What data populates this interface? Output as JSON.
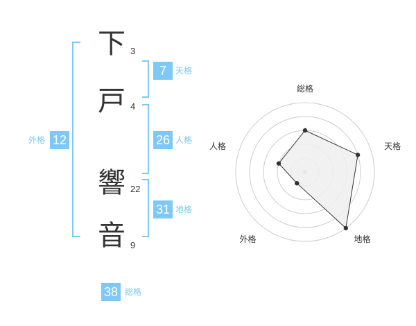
{
  "name": {
    "chars": [
      {
        "char": "下",
        "strokes": "3"
      },
      {
        "char": "戸",
        "strokes": "4"
      },
      {
        "char": "響",
        "strokes": "22"
      },
      {
        "char": "音",
        "strokes": "9"
      }
    ]
  },
  "fortunes": {
    "tenkaku": {
      "label": "天格",
      "value": "7"
    },
    "jinkaku": {
      "label": "人格",
      "value": "26"
    },
    "chikaku": {
      "label": "地格",
      "value": "31"
    },
    "gaikaku": {
      "label": "外格",
      "value": "12"
    },
    "soukaku": {
      "label": "総格",
      "value": "38"
    }
  },
  "colors": {
    "accent": "#7ec8f5",
    "text": "#333333",
    "grid": "#cccccc",
    "fill": "#eeeeee"
  },
  "chart_data": {
    "type": "radar",
    "axes": [
      "総格",
      "天格",
      "地格",
      "外格",
      "人格"
    ],
    "values": [
      3,
      4,
      5,
      1,
      2
    ],
    "max": 5
  }
}
